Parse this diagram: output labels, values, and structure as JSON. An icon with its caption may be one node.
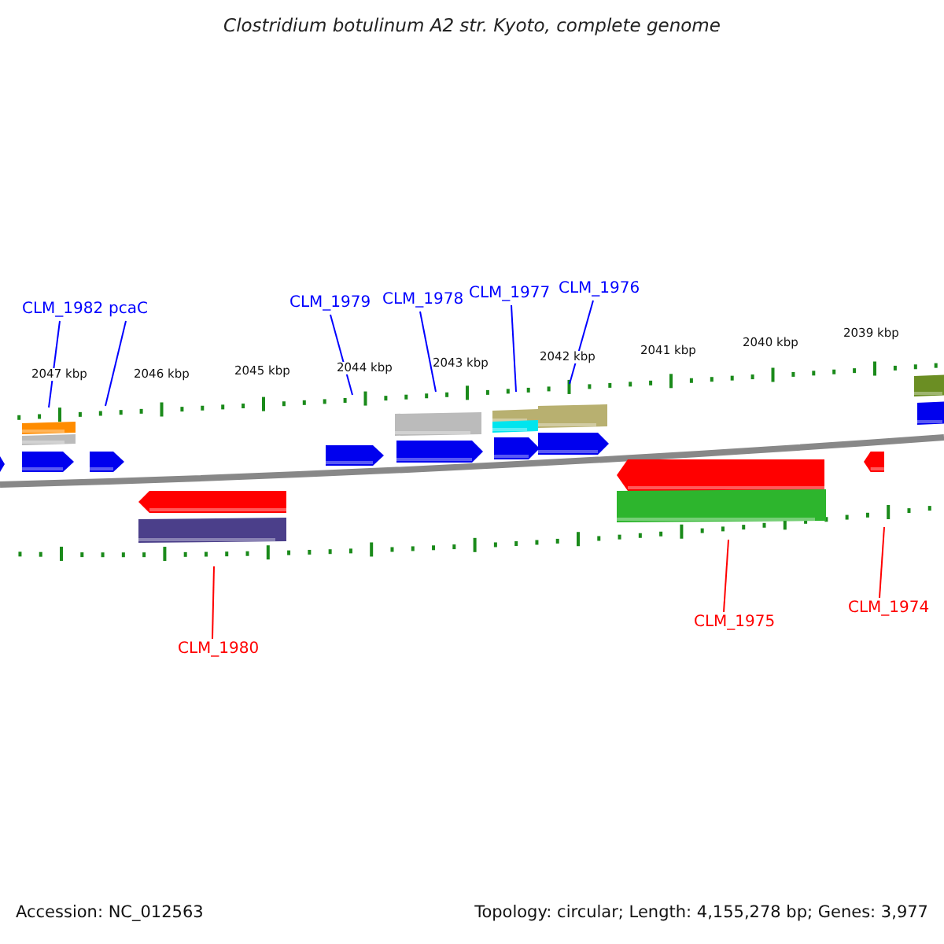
{
  "diagram": {
    "title": "Clostridium botulinum A2 str. Kyoto, complete genome",
    "nodes": [
      {
        "text": [
          "CLM_1982"
        ]
      },
      {
        "text": [
          "pcaC"
        ]
      },
      {
        "text": [
          "CLM_1979"
        ]
      },
      {
        "text": [
          "CLM_1978"
        ]
      },
      {
        "text": [
          "CLM_1977"
        ]
      },
      {
        "text": [
          "CLM_1976"
        ]
      },
      {
        "text": [
          "CLM_1980"
        ]
      },
      {
        "text": [
          "CLM_1975"
        ]
      },
      {
        "text": [
          "CLM_1974"
        ]
      }
    ],
    "edges": [
      {
        "from": 0,
        "to": null,
        "arrow": "none"
      },
      {
        "from": 1,
        "to": null,
        "arrow": "none"
      },
      {
        "from": 2,
        "to": null,
        "arrow": "none"
      },
      {
        "from": 3,
        "to": null,
        "arrow": "none"
      },
      {
        "from": 4,
        "to": null,
        "arrow": "none"
      },
      {
        "from": 5,
        "to": null,
        "arrow": "none"
      },
      {
        "from": 6,
        "to": null,
        "arrow": "none",
        "color": "#ff0000"
      },
      {
        "from": 7,
        "to": null,
        "arrow": "none",
        "color": "#ff0000"
      },
      {
        "from": 8,
        "to": null,
        "arrow": "none",
        "color": "#ff0000"
      }
    ],
    "labels": [
      "2047 kbp",
      "2046 kbp",
      "2045 kbp",
      "2044 kbp",
      "2043 kbp",
      "2042 kbp",
      "2041 kbp",
      "2040 kbp",
      "2039 kbp",
      "Accession: NC_012563",
      "Topology: circular; Length: 4,155,278 bp; Genes: 3,977"
    ]
  }
}
